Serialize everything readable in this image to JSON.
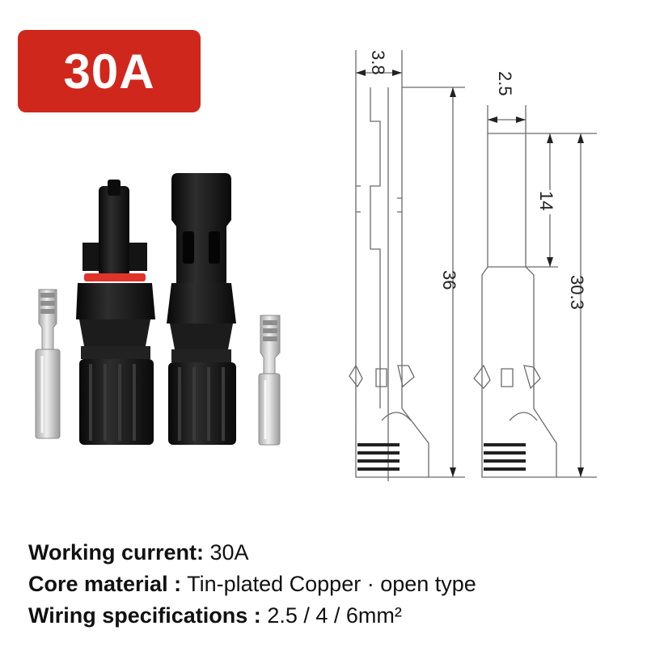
{
  "badge": {
    "text": "30A",
    "color": "#d0271d"
  },
  "dimensions": {
    "width_top_pin": "3.8",
    "width_top_socket": "2.5",
    "length_pin": "36",
    "length_socket": "30.3",
    "length_socket_tip": "14"
  },
  "specs": [
    {
      "label": "Working current:",
      "value": " 30A"
    },
    {
      "label": "Core material :",
      "value": " Tin-plated Copper · open type"
    },
    {
      "label": "Wiring specifications :",
      "value": " 2.5 / 4 / 6mm²"
    }
  ],
  "colors": {
    "connector_body": "#151515",
    "seal_ring": "#e0332b",
    "metal_terminal": "#c9c9c9",
    "drawing_line": "#6b6b6b"
  }
}
